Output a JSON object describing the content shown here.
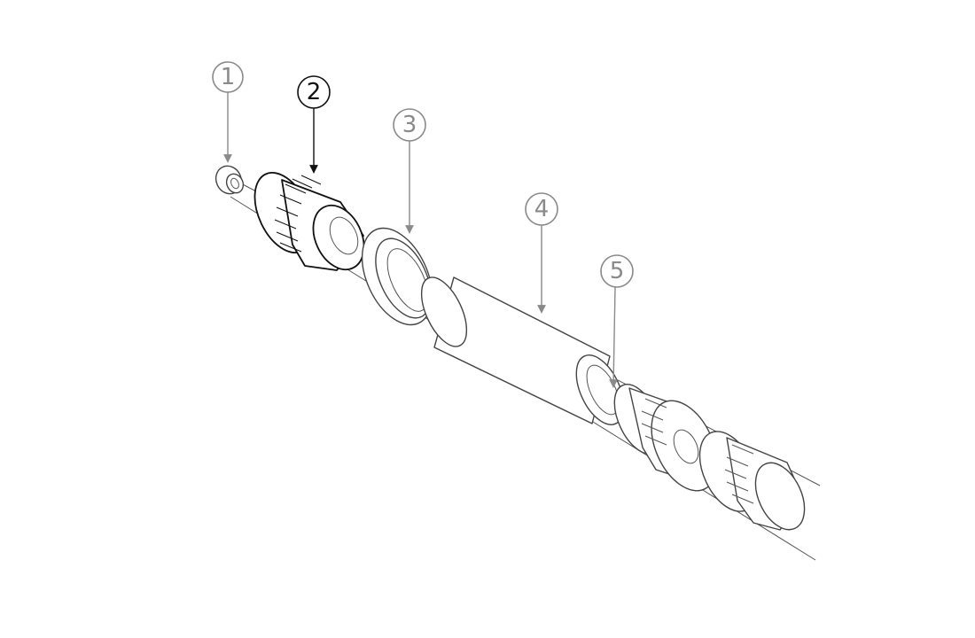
{
  "callouts": [
    {
      "id": "1",
      "label": "1",
      "color": "#8a8a8a"
    },
    {
      "id": "2",
      "label": "2",
      "color": "#111111"
    },
    {
      "id": "3",
      "label": "3",
      "color": "#8a8a8a"
    },
    {
      "id": "4",
      "label": "4",
      "color": "#8a8a8a"
    },
    {
      "id": "5",
      "label": "5",
      "color": "#8a8a8a"
    }
  ],
  "colors": {
    "background": "#ffffff",
    "line": "#444444",
    "highlight": "#111111",
    "callout": "#8a8a8a"
  }
}
